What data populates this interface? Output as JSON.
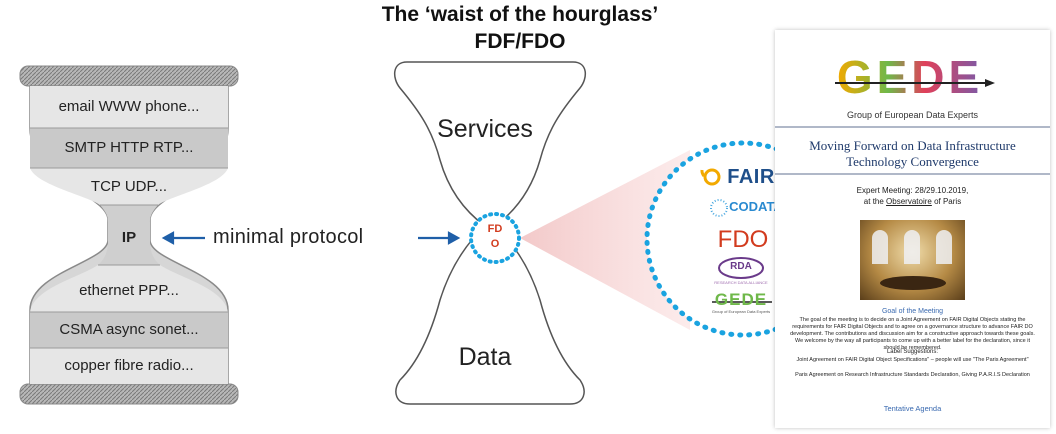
{
  "title_line1": "The ‘waist of the hourglass’",
  "title_line2": "FDF/FDO",
  "protocol_stack": {
    "layers": [
      "email WWW phone...",
      "SMTP HTTP RTP...",
      "TCP UDP...",
      "IP",
      "ethernet PPP...",
      "CSMA async sonet...",
      "copper fibre radio..."
    ]
  },
  "minimal_protocol": "minimal protocol",
  "hourglass": {
    "top_label": "Services",
    "bottom_label": "Data",
    "waist_line1": "FD",
    "waist_line2": "O"
  },
  "logos": {
    "gofair": "FAIR",
    "codata": "CODATA",
    "fdo": "FDO",
    "rda": "RDA",
    "rda_sub": "RESEARCH DATA ALLIANCE",
    "gede": "GEDE",
    "gede_sub": "Group of European Data Experts"
  },
  "document": {
    "logo": "GEDE",
    "logo_sub": "Group of European Data Experts",
    "heading_line1": "Moving Forward on Data Infrastructure",
    "heading_line2": "Technology Convergence",
    "meeting_line1": "Expert Meeting: 28/29.10.2019,",
    "meeting_line2_prefix": "at the ",
    "meeting_line2_link": "Observatoire",
    "meeting_line2_suffix": " of Paris",
    "goal_heading": "Goal of the Meeting",
    "goal_text": "The goal of the meeting is to decide on a Joint Agreement on FAIR Digital Objects stating the requirements for FAIR Digital Objects and to agree on a governance structure to advance FAIR DO development. The contributions and discussion aim for a constructive approach towards these goals. We welcome by the way all participants to come up with a better label for the declaration, since it should be remembered.",
    "label_heading": "Label Suggestions:",
    "label_text1": "Joint Agreement on FAIR Digital Object Specifications\" – people will use \"The Paris Agreement\"",
    "label_text2": "Paris Agreement on Research Infrastructure Standards Declaration, Giving P.A.R.I.S Declaration",
    "agenda": "Tentative Agenda"
  },
  "colors": {
    "accent_blue": "#1f5fa8",
    "dotted_circle": "#1aa3e0",
    "fdo_red": "#d23b1e",
    "cone_pink": "#f0b8b8"
  }
}
